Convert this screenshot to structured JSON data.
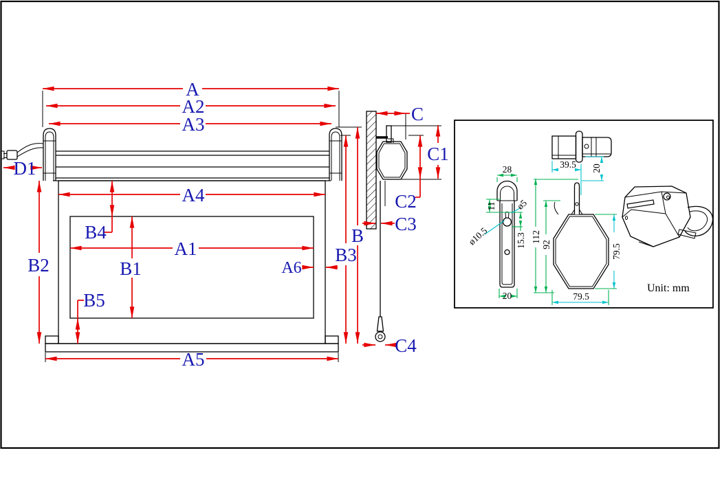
{
  "front_view": {
    "dim_labels": {
      "a": "A",
      "a2": "A2",
      "a3": "A3",
      "a4": "A4",
      "a1": "A1",
      "a5": "A5",
      "a6": "A6",
      "d1": "D1",
      "b": "B",
      "b1": "B1",
      "b2": "B2",
      "b3": "B3",
      "b4": "B4",
      "b5": "B5"
    }
  },
  "side_view": {
    "dim_labels": {
      "c": "C",
      "c1": "C1",
      "c2": "C2",
      "c3": "C3",
      "c4": "C4"
    }
  },
  "detail_panel": {
    "unit_note": "Unit: mm",
    "bracket_dims": {
      "top_width": "28",
      "hook_band": "11",
      "slot_dia": "ø5",
      "keyhole_dia": "ø10.5",
      "slot_length": "15.3",
      "bottom_width": "20"
    },
    "shaft_dims": {
      "body_length": "39.5",
      "tab_height": "20"
    },
    "octagon_dims": {
      "overall_height": "112",
      "body_height": "92",
      "side_height": "79.5",
      "width": "79.5"
    }
  },
  "colors": {
    "dimension_red": "#e60000",
    "label_blue": "#1717b0",
    "detail_green": "#00b050",
    "detail_cyan": "#00c2cc",
    "line_black": "#000000"
  }
}
